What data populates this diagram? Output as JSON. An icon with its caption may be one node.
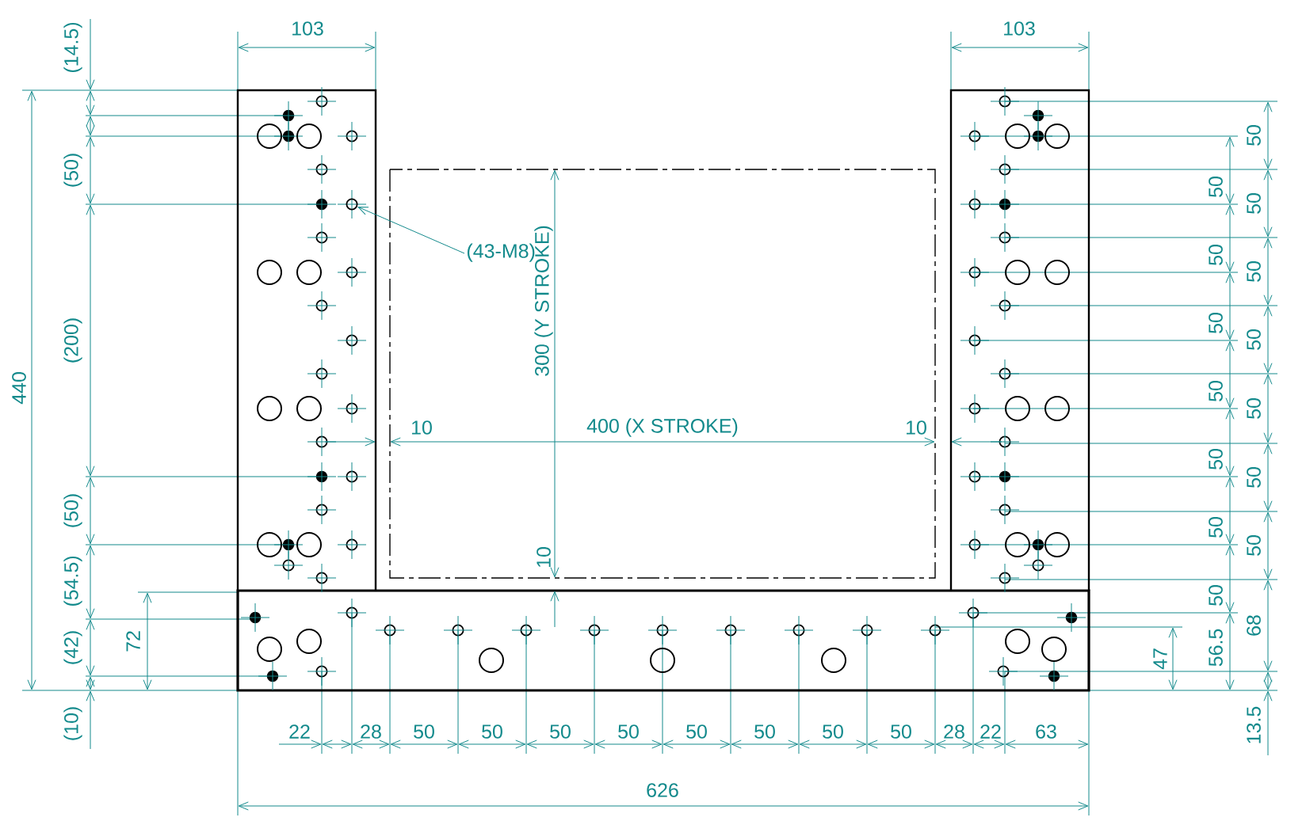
{
  "diagram": {
    "nodes": [
      {
        "text": [
          "(43-M8)"
        ]
      },
      {
        "text": [],
        "shape": "circle"
      }
    ],
    "edges": [
      {
        "from": 0,
        "to": 1,
        "arrow": "to"
      }
    ],
    "labels": [
      "103",
      "103",
      "(14.5)",
      "50",
      "(50)",
      "50",
      "50",
      "50",
      "300 (Y STROKE)",
      "50",
      "50",
      "(200)",
      "50",
      "440",
      "50",
      "50",
      "10",
      "400 (X STROKE)",
      "10",
      "50",
      "50",
      "(50)",
      "50",
      "50",
      "10",
      "(54.5)",
      "50",
      "68",
      "72",
      "(42)",
      "47",
      "56.5",
      "(10)",
      "13.5",
      "22",
      "28",
      "50",
      "50",
      "50",
      "50",
      "50",
      "50",
      "50",
      "50",
      "28",
      "22",
      "63",
      "626"
    ]
  }
}
